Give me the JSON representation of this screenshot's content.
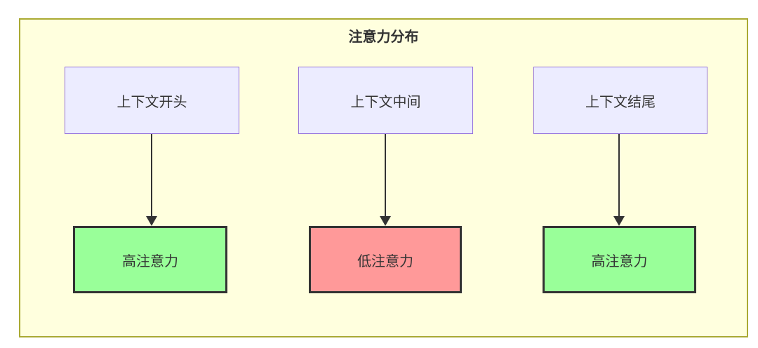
{
  "diagram": {
    "type": "flowchart",
    "title": "注意力分布",
    "columns": [
      {
        "source": "上下文开头",
        "target": "高注意力",
        "attention": "high"
      },
      {
        "source": "上下文中间",
        "target": "低注意力",
        "attention": "low"
      },
      {
        "source": "上下文结尾",
        "target": "高注意力",
        "attention": "high"
      }
    ],
    "colors": {
      "page_bg": "#ffffff",
      "container_fill": "#ffffde",
      "container_border": "#aaaa33",
      "source_fill": "#ececff",
      "source_border": "#9370db",
      "high_fill": "#99ff99",
      "low_fill": "#ff9999",
      "target_border": "#333333",
      "arrow": "#333333",
      "text": "#333333"
    }
  }
}
